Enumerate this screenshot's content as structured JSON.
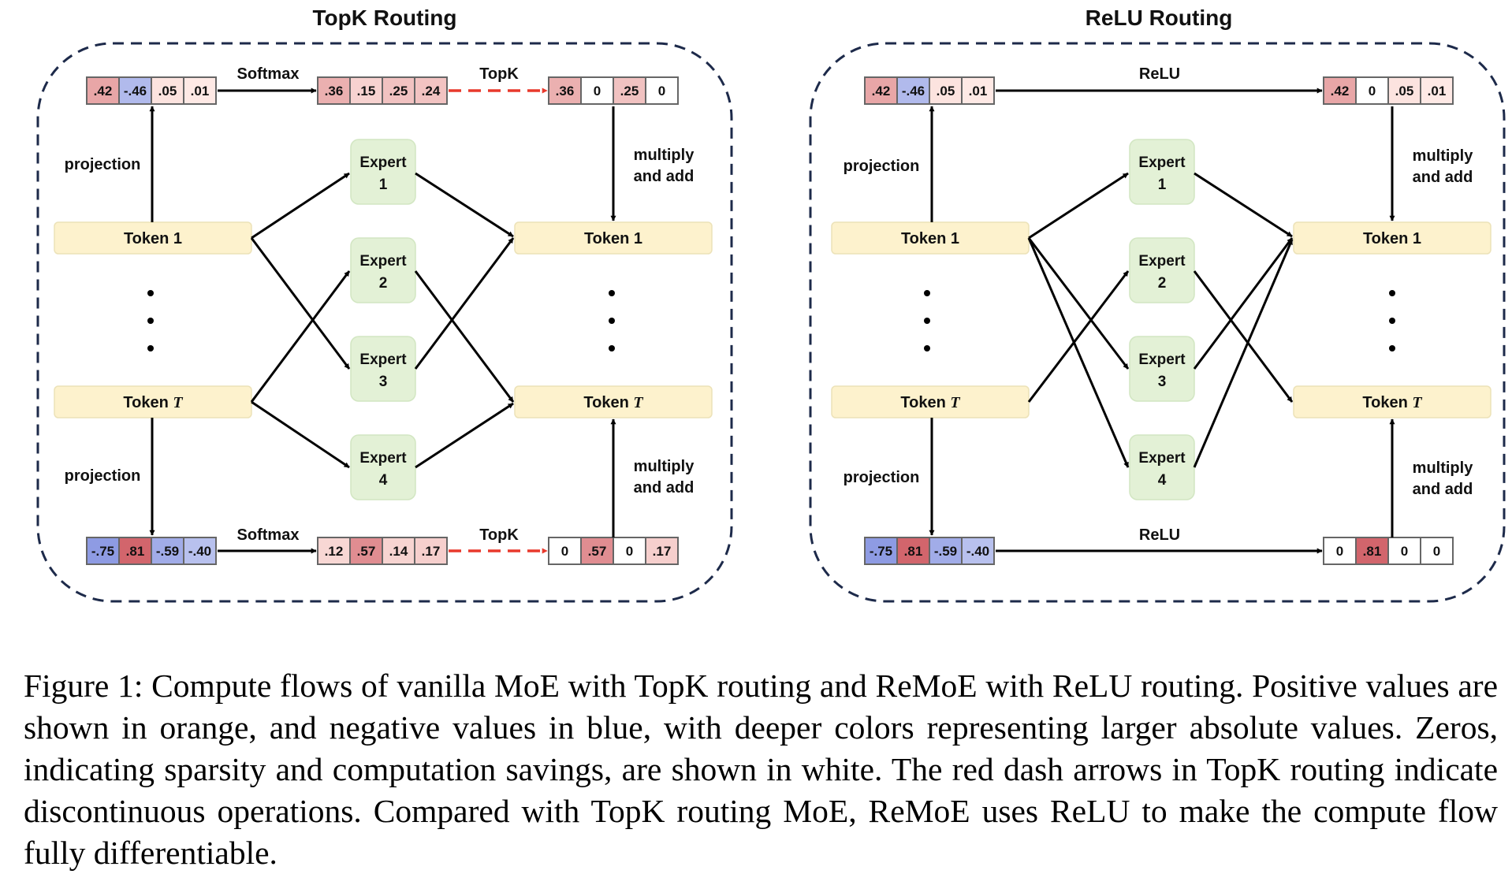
{
  "colors": {
    "positive": "#e06a5a",
    "negative": "#6e7fd6",
    "token_fill": "#fdf2cd",
    "expert_fill": "#e3f1d6",
    "dash_red": "#e8392c",
    "frame": "#1d2a4a"
  },
  "panels": [
    {
      "title": "TopK Routing",
      "top_scores": [
        ".42",
        "-.46",
        ".05",
        ".01"
      ],
      "top_score_values": [
        0.42,
        -0.46,
        0.05,
        0.01
      ],
      "bottom_scores": [
        "-.75",
        ".81",
        "-.59",
        "-.40"
      ],
      "bottom_score_values": [
        -0.75,
        0.81,
        -0.59,
        -0.4
      ],
      "op1_label": "Softmax",
      "top_mid": [
        ".36",
        ".15",
        ".25",
        ".24"
      ],
      "top_mid_values": [
        0.36,
        0.15,
        0.25,
        0.24
      ],
      "bottom_mid": [
        ".12",
        ".57",
        ".14",
        ".17"
      ],
      "bottom_mid_values": [
        0.12,
        0.57,
        0.14,
        0.17
      ],
      "op2_label": "TopK",
      "top_out": [
        ".36",
        "0",
        ".25",
        "0"
      ],
      "top_out_values": [
        0.36,
        0,
        0.25,
        0
      ],
      "bottom_out": [
        "0",
        ".57",
        "0",
        ".17"
      ],
      "bottom_out_values": [
        0,
        0.57,
        0,
        0.17
      ],
      "projection_label": "projection",
      "multiply_label": [
        "multiply",
        "and add"
      ],
      "token_first": "Token 1",
      "token_last_prefix": "Token",
      "token_last_var": "T",
      "experts": [
        {
          "word": "Expert",
          "num": "1"
        },
        {
          "word": "Expert",
          "num": "2"
        },
        {
          "word": "Expert",
          "num": "3"
        },
        {
          "word": "Expert",
          "num": "4"
        }
      ]
    },
    {
      "title": "ReLU Routing",
      "top_scores": [
        ".42",
        "-.46",
        ".05",
        ".01"
      ],
      "top_score_values": [
        0.42,
        -0.46,
        0.05,
        0.01
      ],
      "bottom_scores": [
        "-.75",
        ".81",
        "-.59",
        "-.40"
      ],
      "bottom_score_values": [
        -0.75,
        0.81,
        -0.59,
        -0.4
      ],
      "op_label": "ReLU",
      "top_out": [
        ".42",
        "0",
        ".05",
        ".01"
      ],
      "top_out_values": [
        0.42,
        0,
        0.05,
        0.01
      ],
      "bottom_out": [
        "0",
        ".81",
        "0",
        "0"
      ],
      "bottom_out_values": [
        0,
        0.81,
        0,
        0
      ],
      "projection_label": "projection",
      "multiply_label": [
        "multiply",
        "and add"
      ],
      "token_first": "Token 1",
      "token_last_prefix": "Token",
      "token_last_var": "T",
      "experts": [
        {
          "word": "Expert",
          "num": "1"
        },
        {
          "word": "Expert",
          "num": "2"
        },
        {
          "word": "Expert",
          "num": "3"
        },
        {
          "word": "Expert",
          "num": "4"
        }
      ]
    }
  ],
  "caption": "Figure 1: Compute flows of vanilla MoE with TopK routing and ReMoE with ReLU routing. Positive values are shown in orange, and negative values in blue, with deeper colors representing larger absolute values. Zeros, indicating sparsity and computation savings, are shown in white. The red dash arrows in TopK routing indicate discontinuous operations. Compared with TopK routing MoE, ReMoE uses ReLU to make the compute flow fully differentiable."
}
